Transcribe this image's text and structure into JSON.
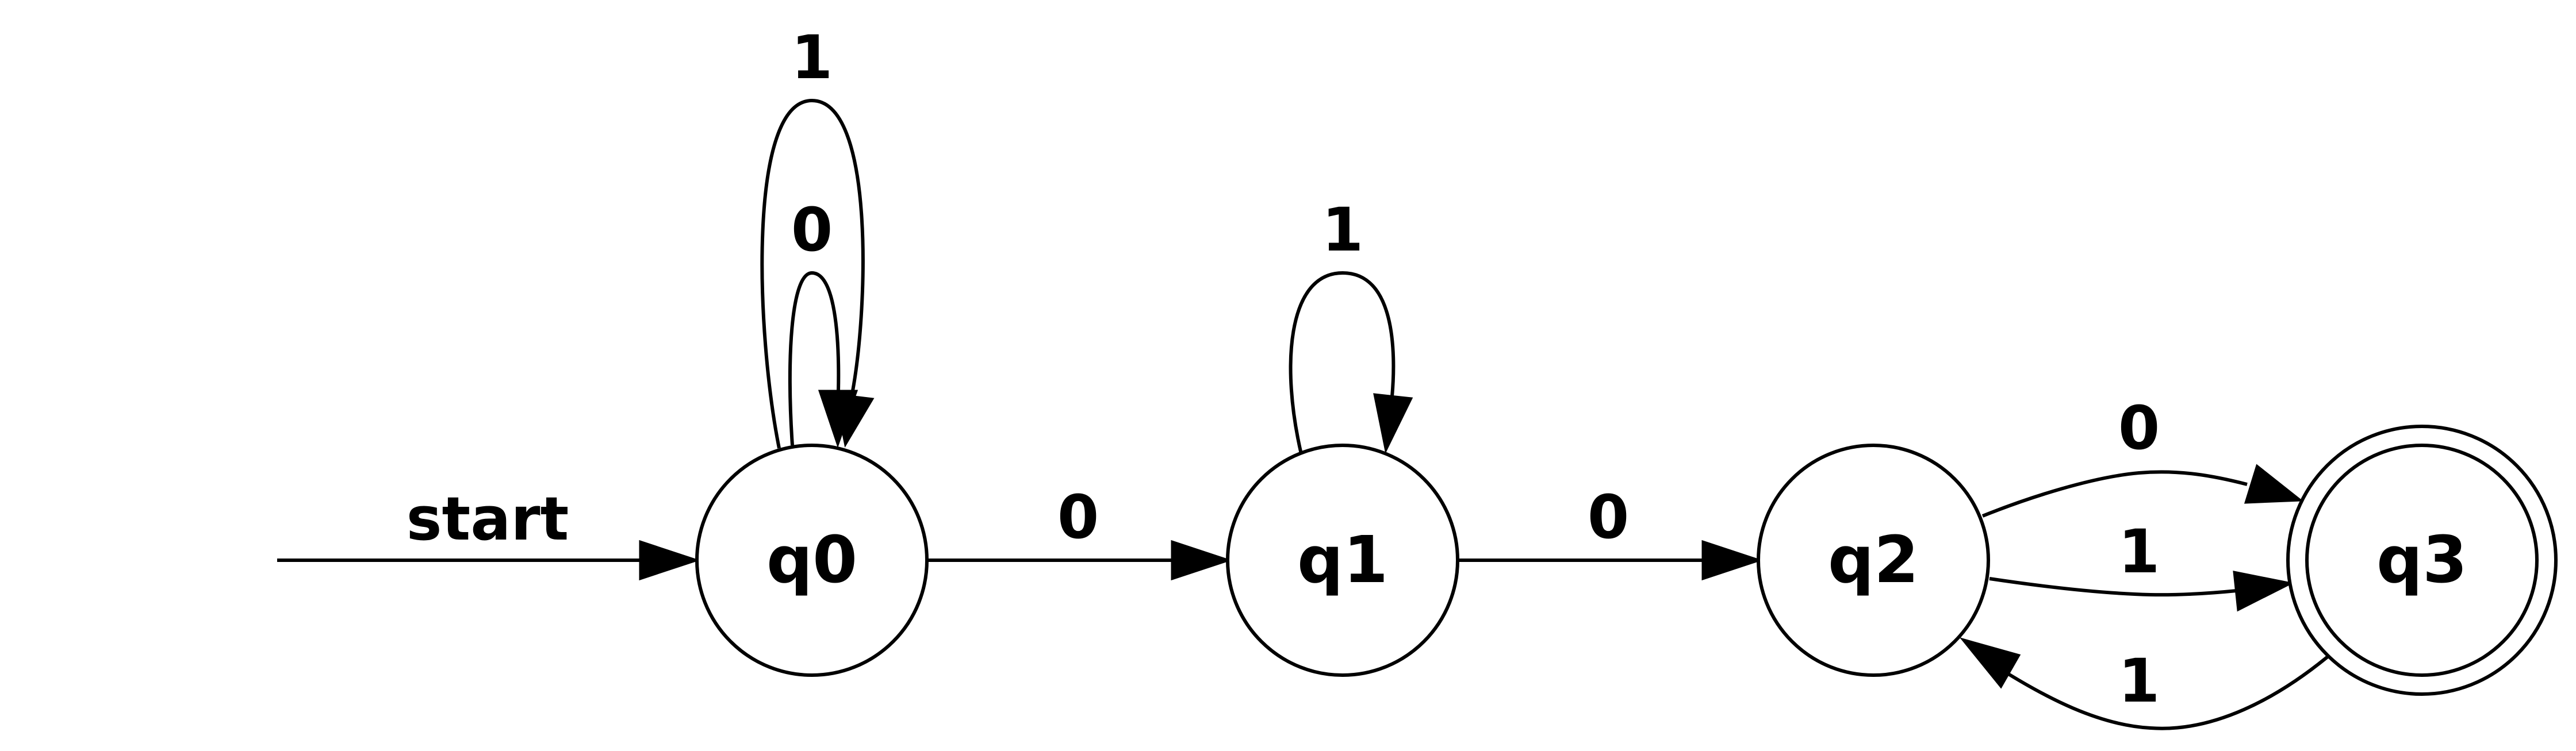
{
  "start_label": "start",
  "states": [
    {
      "id": "q0",
      "label": "q0",
      "accepting": false
    },
    {
      "id": "q1",
      "label": "q1",
      "accepting": false
    },
    {
      "id": "q2",
      "label": "q2",
      "accepting": false
    },
    {
      "id": "q3",
      "label": "q3",
      "accepting": true
    }
  ],
  "transitions": [
    {
      "from": "q0",
      "to": "q0",
      "symbol": "1"
    },
    {
      "from": "q0",
      "to": "q0",
      "symbol": "0"
    },
    {
      "from": "q0",
      "to": "q1",
      "symbol": "0"
    },
    {
      "from": "q1",
      "to": "q1",
      "symbol": "1"
    },
    {
      "from": "q1",
      "to": "q2",
      "symbol": "0"
    },
    {
      "from": "q2",
      "to": "q3",
      "symbol": "0"
    },
    {
      "from": "q2",
      "to": "q3",
      "symbol": "1"
    },
    {
      "from": "q3",
      "to": "q2",
      "symbol": "1"
    }
  ]
}
